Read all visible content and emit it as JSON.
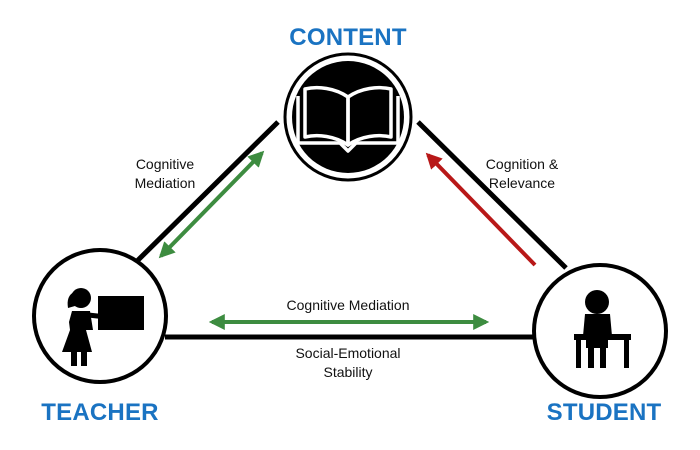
{
  "nodes": {
    "content": {
      "title": "CONTENT",
      "icon": "open-book-icon"
    },
    "teacher": {
      "title": "TEACHER",
      "icon": "teacher-at-board-icon"
    },
    "student": {
      "title": "STUDENT",
      "icon": "student-at-desk-icon"
    }
  },
  "edges": {
    "teacher_content": {
      "label_line1": "Cognitive",
      "label_line2": "Mediation",
      "arrow": "bidirectional"
    },
    "student_content": {
      "label_line1": "Cognition &",
      "label_line2": "Relevance",
      "arrow": "student-to-content"
    },
    "teacher_student": {
      "label_above": "Cognitive Mediation",
      "label_below_line1": "Social-Emotional",
      "label_below_line2": "Stability",
      "arrow": "bidirectional"
    }
  },
  "colors": {
    "title": "#1a73c2",
    "green_arrow": "#3d8c40",
    "red_arrow": "#b81818",
    "line": "#000000"
  }
}
